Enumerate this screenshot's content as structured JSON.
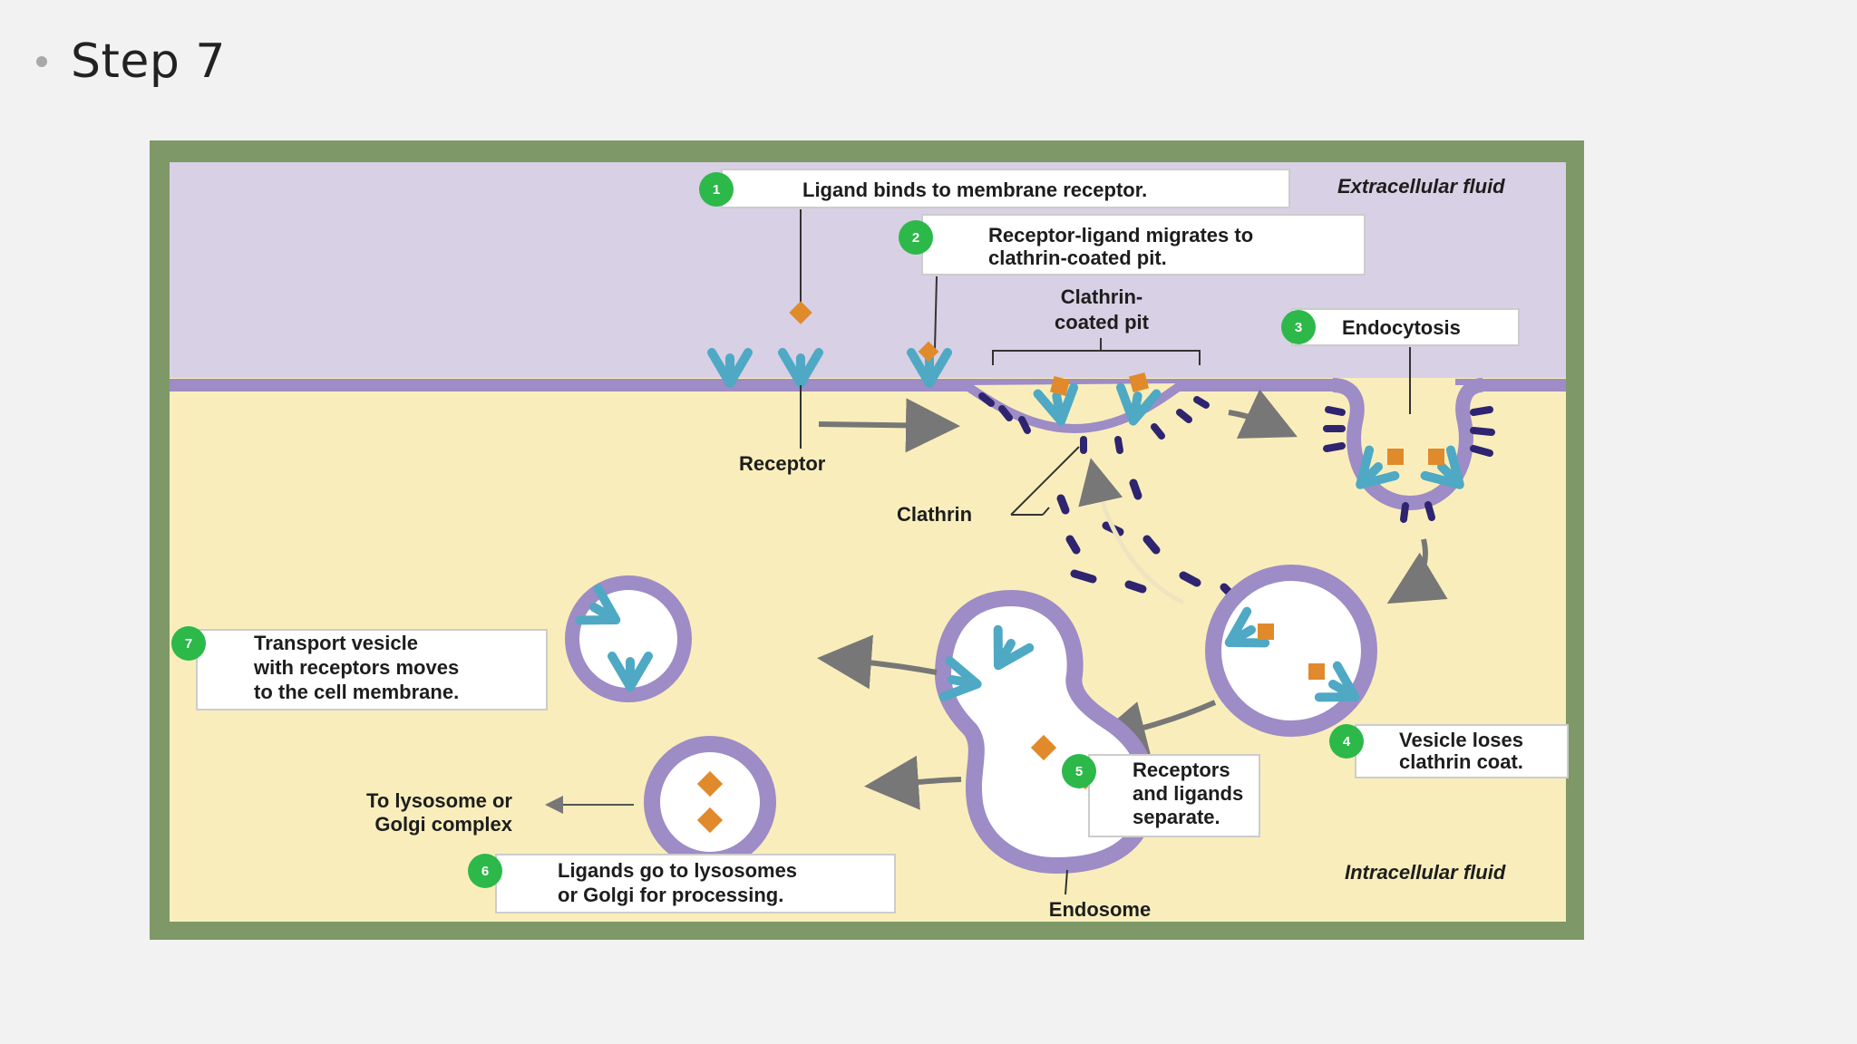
{
  "slide": {
    "bullet": "•",
    "title": "Step 7"
  },
  "diagram": {
    "regions": {
      "extracellular": "Extracellular fluid",
      "intracellular": "Intracellular fluid"
    },
    "steps": [
      {
        "num": "1",
        "lines": [
          "Ligand binds to membrane receptor."
        ]
      },
      {
        "num": "2",
        "lines": [
          "Receptor-ligand migrates to",
          "clathrin-coated pit."
        ]
      },
      {
        "num": "3",
        "lines": [
          "Endocytosis"
        ]
      },
      {
        "num": "4",
        "lines": [
          "Vesicle loses",
          "clathrin coat."
        ]
      },
      {
        "num": "5",
        "lines": [
          "Receptors",
          "and ligands",
          "separate."
        ]
      },
      {
        "num": "6",
        "lines": [
          "Ligands go to lysosomes",
          "or Golgi for processing."
        ]
      },
      {
        "num": "7",
        "lines": [
          "Transport vesicle",
          "with receptors moves",
          "to the cell membrane."
        ]
      }
    ],
    "labels": {
      "clathrin_pit": [
        "Clathrin-",
        "coated pit"
      ],
      "receptor": "Receptor",
      "clathrin": "Clathrin",
      "endosome": "Endosome",
      "lysosome": [
        "To lysosome or",
        "Golgi complex"
      ]
    },
    "colors": {
      "extracellular_bg": "#d8d0e4",
      "intracellular_bg": "#f9eebb",
      "membrane": "#9d8cc6",
      "receptor": "#4fa9c4",
      "ligand": "#e08a2c",
      "clathrin": "#2e2470",
      "step_badge": "#2db84a",
      "frame": "#7f9868"
    }
  }
}
